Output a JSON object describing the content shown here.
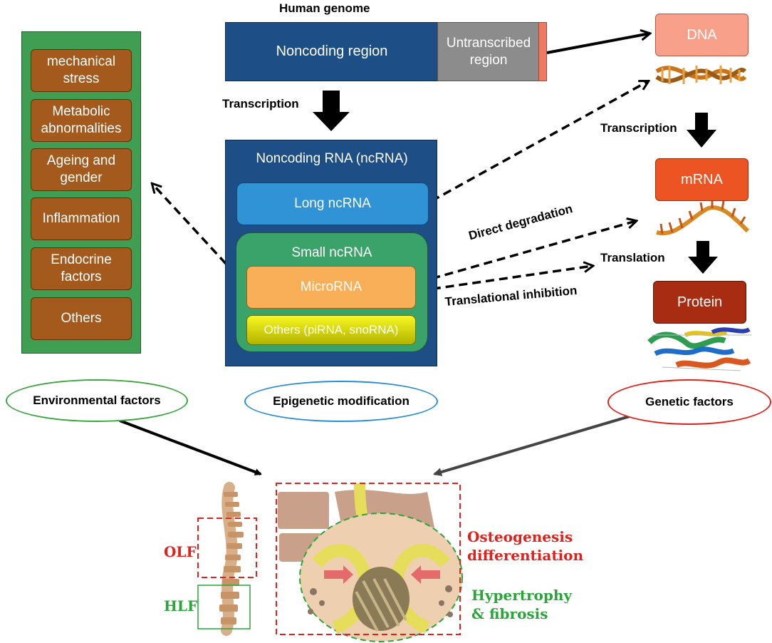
{
  "genome": {
    "title": "Human genome",
    "noncoding": "Noncoding region",
    "untranscribed_line1": "Untranscribed",
    "untranscribed_line2": "region",
    "transcription": "Transcription"
  },
  "ncrna": {
    "title": "Noncoding RNA (ncRNA)",
    "long": "Long ncRNA",
    "small": "Small ncRNA",
    "micro": "MicroRNA",
    "others": "Others (piRNA, snoRNA)",
    "direct_degradation": "Direct degradation",
    "translational_inhibition": "Translational inhibition"
  },
  "environment": {
    "items": [
      {
        "line1": "mechanical",
        "line2": "stress"
      },
      {
        "line1": "Metabolic",
        "line2": "abnormalities"
      },
      {
        "line1": "Ageing and",
        "line2": "gender"
      },
      {
        "line1": "Inflammation",
        "line2": ""
      },
      {
        "line1": "Endocrine",
        "line2": "factors"
      },
      {
        "line1": "Others",
        "line2": ""
      }
    ]
  },
  "genetic": {
    "dna": "DNA",
    "transcription": "Transcription",
    "mrna": "mRNA",
    "translation": "Translation",
    "protein": "Protein"
  },
  "factors": {
    "environmental": "Environmental factors",
    "epigenetic": "Epigenetic modification",
    "genetic": "Genetic factors"
  },
  "spine": {
    "olf": "OLF",
    "hlf": "HLF",
    "osteo_line1": "Osteogenesis",
    "osteo_line2": "differentiation",
    "hyper_line1": "Hypertrophy",
    "hyper_line2": "& fibrosis"
  },
  "colors": {
    "env_green": "#3f9e52",
    "env_item_brown": "#a35a1c",
    "genome_blue": "#1e4e86",
    "long_ncrna_blue": "#2f93d6",
    "small_ncrna_green": "#3aa36a",
    "microrna_orange": "#f9ae58",
    "dna_salmon": "#f9a08a",
    "mrna_orange": "#ec5424",
    "protein_red": "#a82c12",
    "olf_red": "#e0221c",
    "hlf_green": "#2aa53a"
  }
}
